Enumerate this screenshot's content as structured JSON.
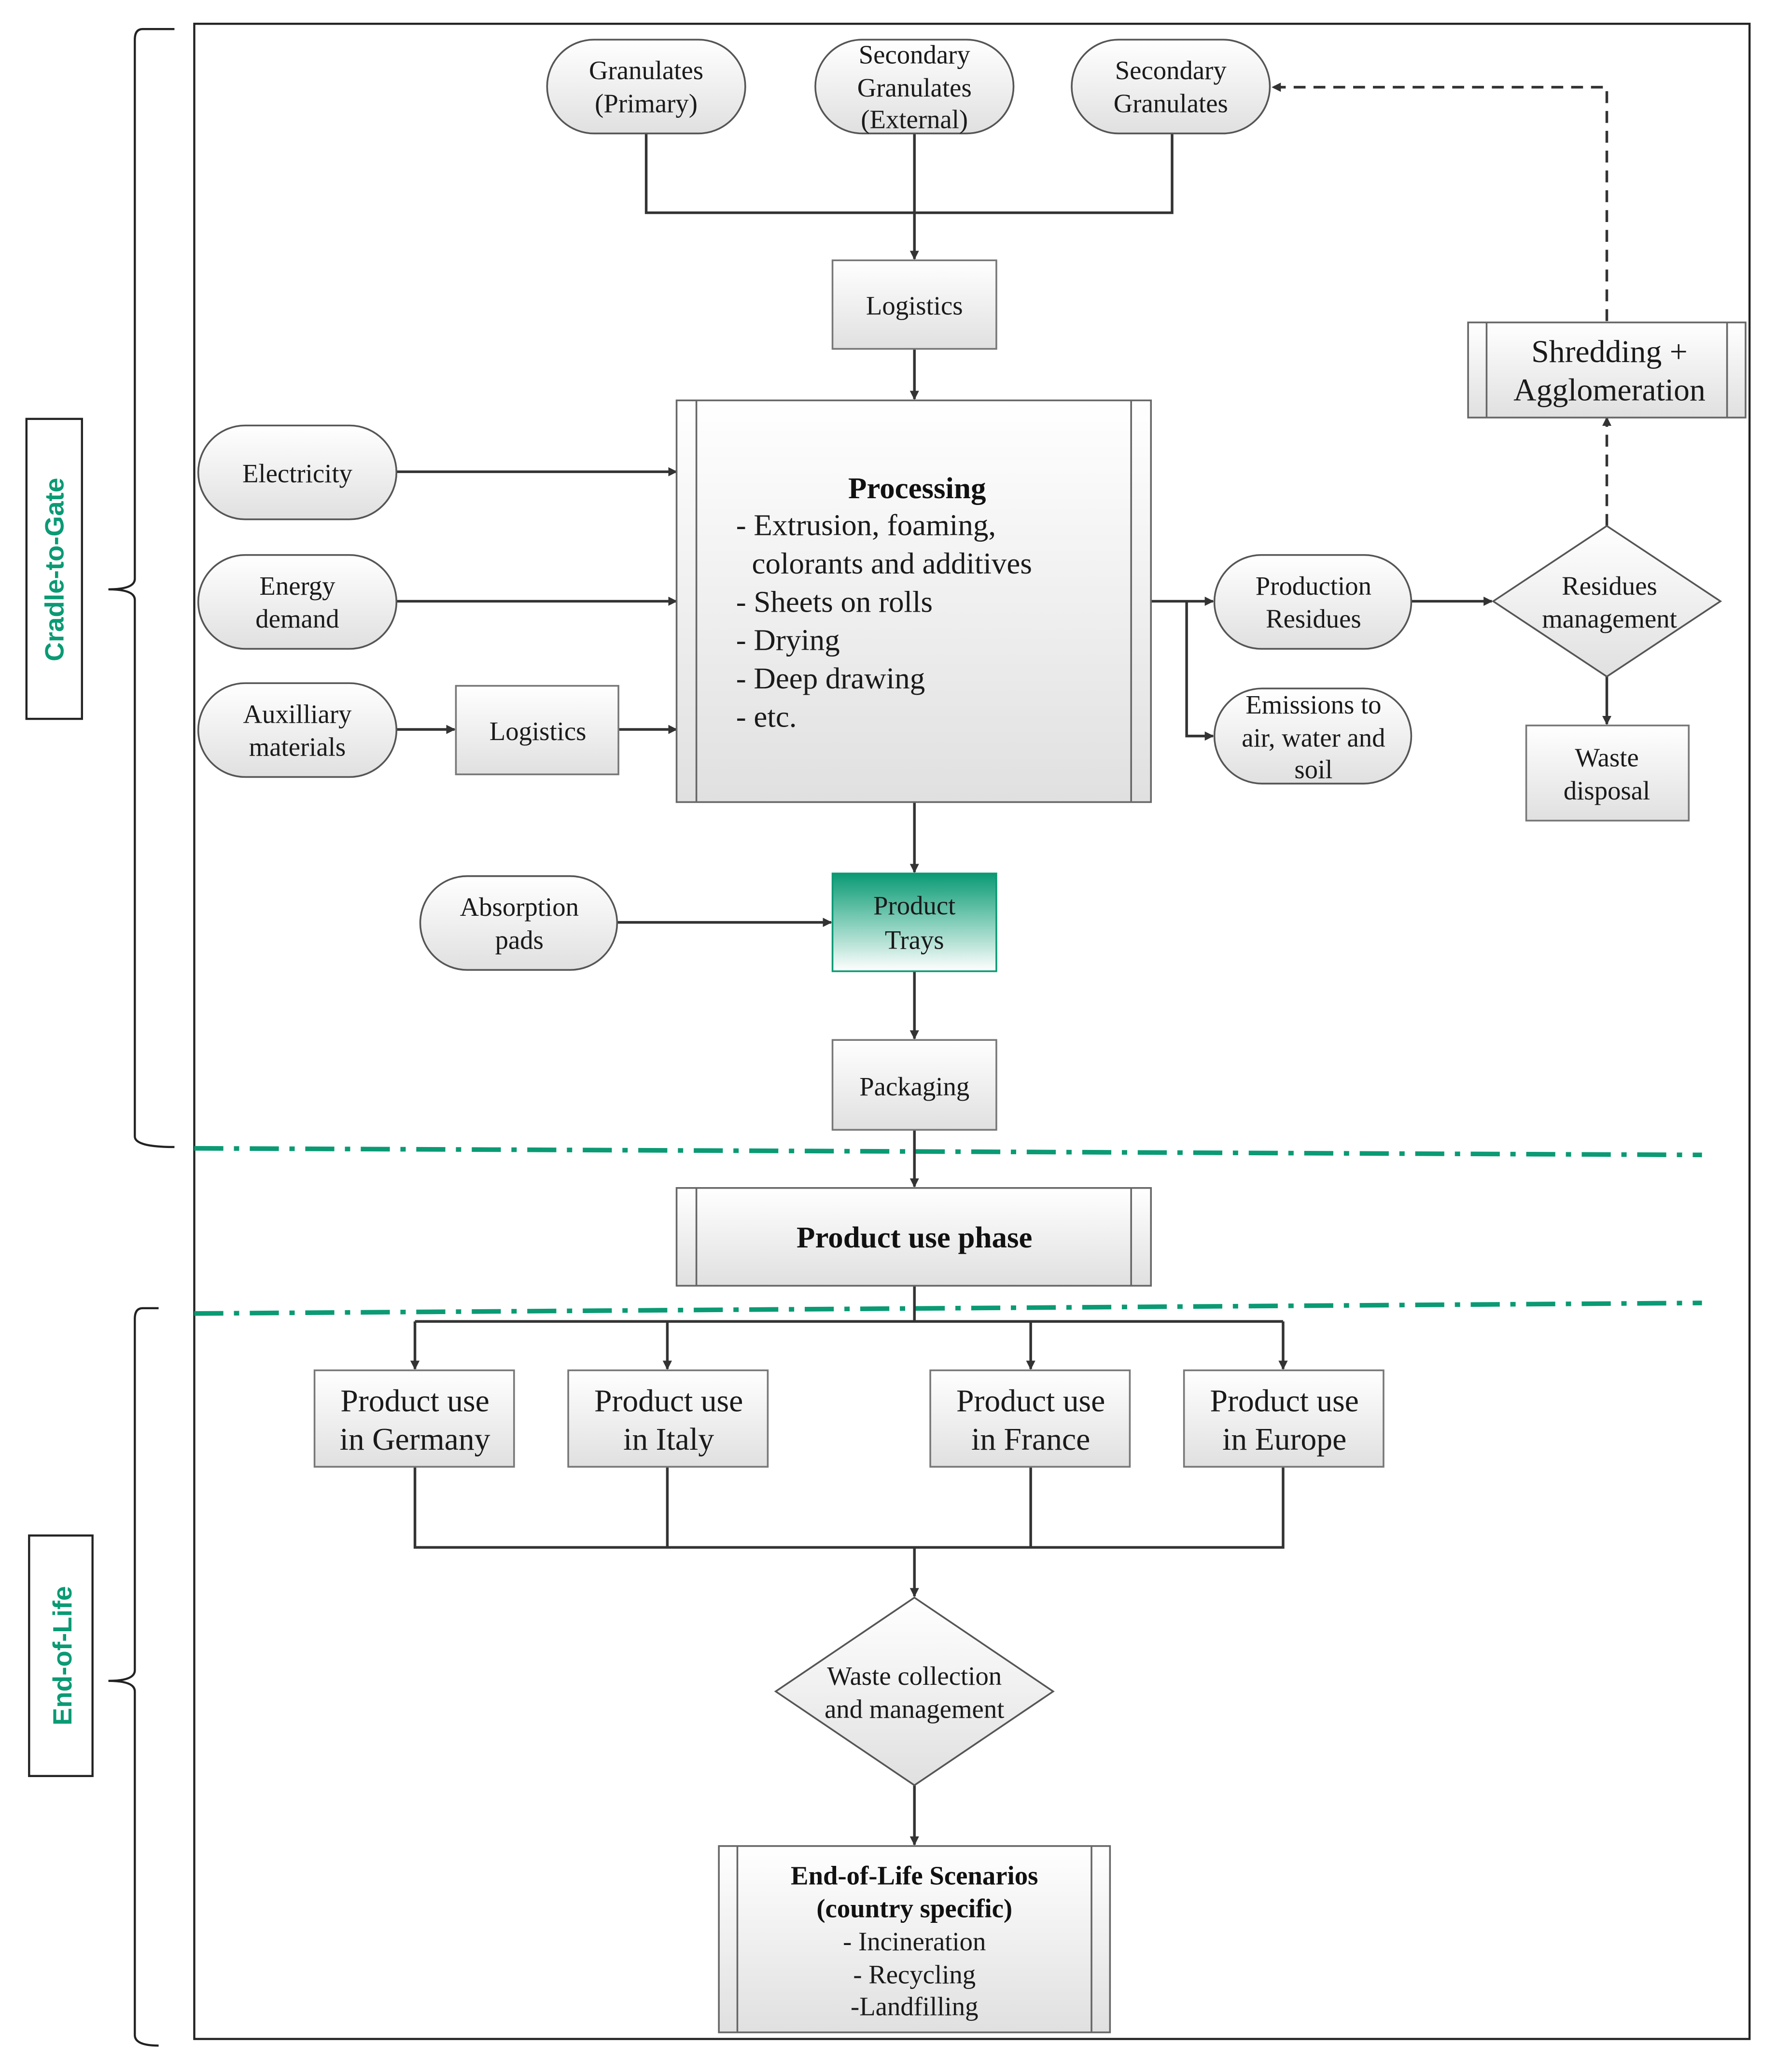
{
  "colors": {
    "accent": "#0a9a74",
    "box_fill_top": "#ffffff",
    "box_fill_bottom": "#e2e2e2",
    "line": "#333333"
  },
  "side_labels": {
    "cradle_to_gate": "Cradle-to-Gate",
    "end_of_life": "End-of-Life"
  },
  "inputs": {
    "granulates_primary": [
      "Granulates",
      "(Primary)"
    ],
    "secondary_external": [
      "Secondary",
      "Granulates",
      "(External)"
    ],
    "secondary_granulates": [
      "Secondary",
      "Granulates"
    ],
    "electricity": [
      "Electricity"
    ],
    "energy_demand": [
      "Energy",
      "demand"
    ],
    "auxilliary_materials": [
      "Auxilliary",
      "materials"
    ],
    "absorption_pads": [
      "Absorption",
      "pads"
    ]
  },
  "boxes": {
    "logistics_top": "Logistics",
    "logistics_aux": "Logistics",
    "packaging": "Packaging",
    "waste_disposal": [
      "Waste",
      "disposal"
    ],
    "shredding": [
      "Shredding +",
      "Agglomeration"
    ],
    "product_trays": [
      "Product",
      "Trays"
    ]
  },
  "processing": {
    "title": "Processing",
    "lines": [
      "- Extrusion, foaming,",
      "colorants and additives",
      "- Sheets on rolls",
      "- Drying",
      "- Deep drawing",
      "- etc."
    ]
  },
  "outputs": {
    "production_residues": [
      "Production",
      "Residues"
    ],
    "emissions": [
      "Emissions to",
      "air, water and",
      "soil"
    ]
  },
  "decisions": {
    "residues_management": [
      "Residues",
      "management"
    ],
    "waste_collection": [
      "Waste collection",
      "and management"
    ]
  },
  "use_phase": {
    "title": "Product use phase"
  },
  "countries": [
    [
      "Product use",
      "in Germany"
    ],
    [
      "Product use",
      "in Italy"
    ],
    [
      "Product use",
      "in France"
    ],
    [
      "Product use",
      "in Europe"
    ]
  ],
  "eol": {
    "title": [
      "End-of-Life Scenarios",
      "(country specific)"
    ],
    "items": [
      "- Incineration",
      "- Recycling",
      "-Landfilling"
    ]
  }
}
